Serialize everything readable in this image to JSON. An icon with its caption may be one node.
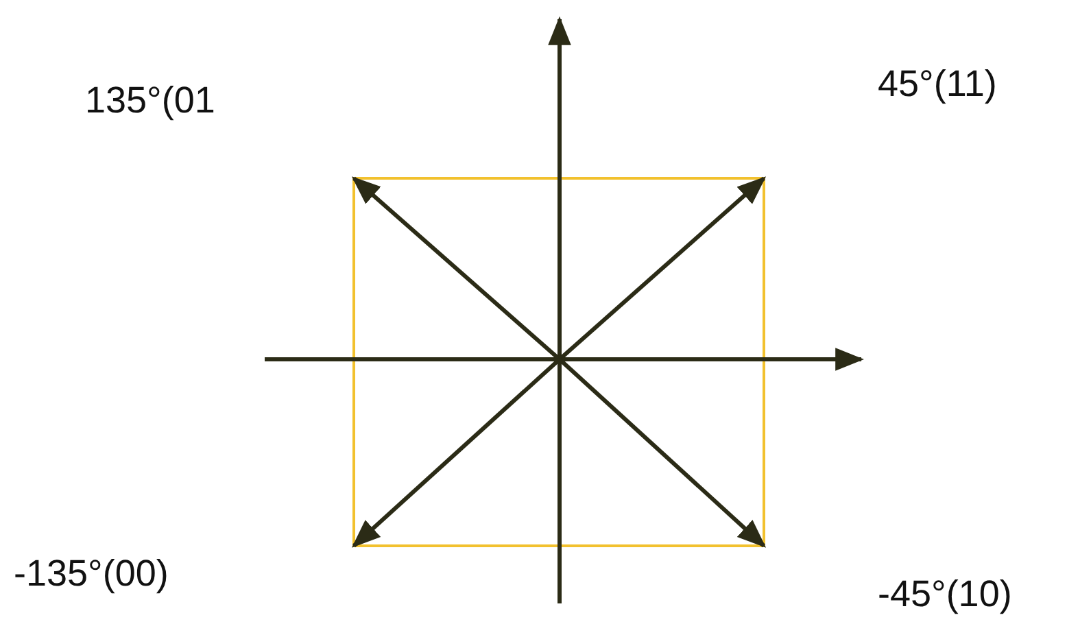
{
  "diagram": {
    "labels": [
      "135°(01",
      "45°(11)",
      "-135°(00)",
      "-45°(10)"
    ]
  }
}
